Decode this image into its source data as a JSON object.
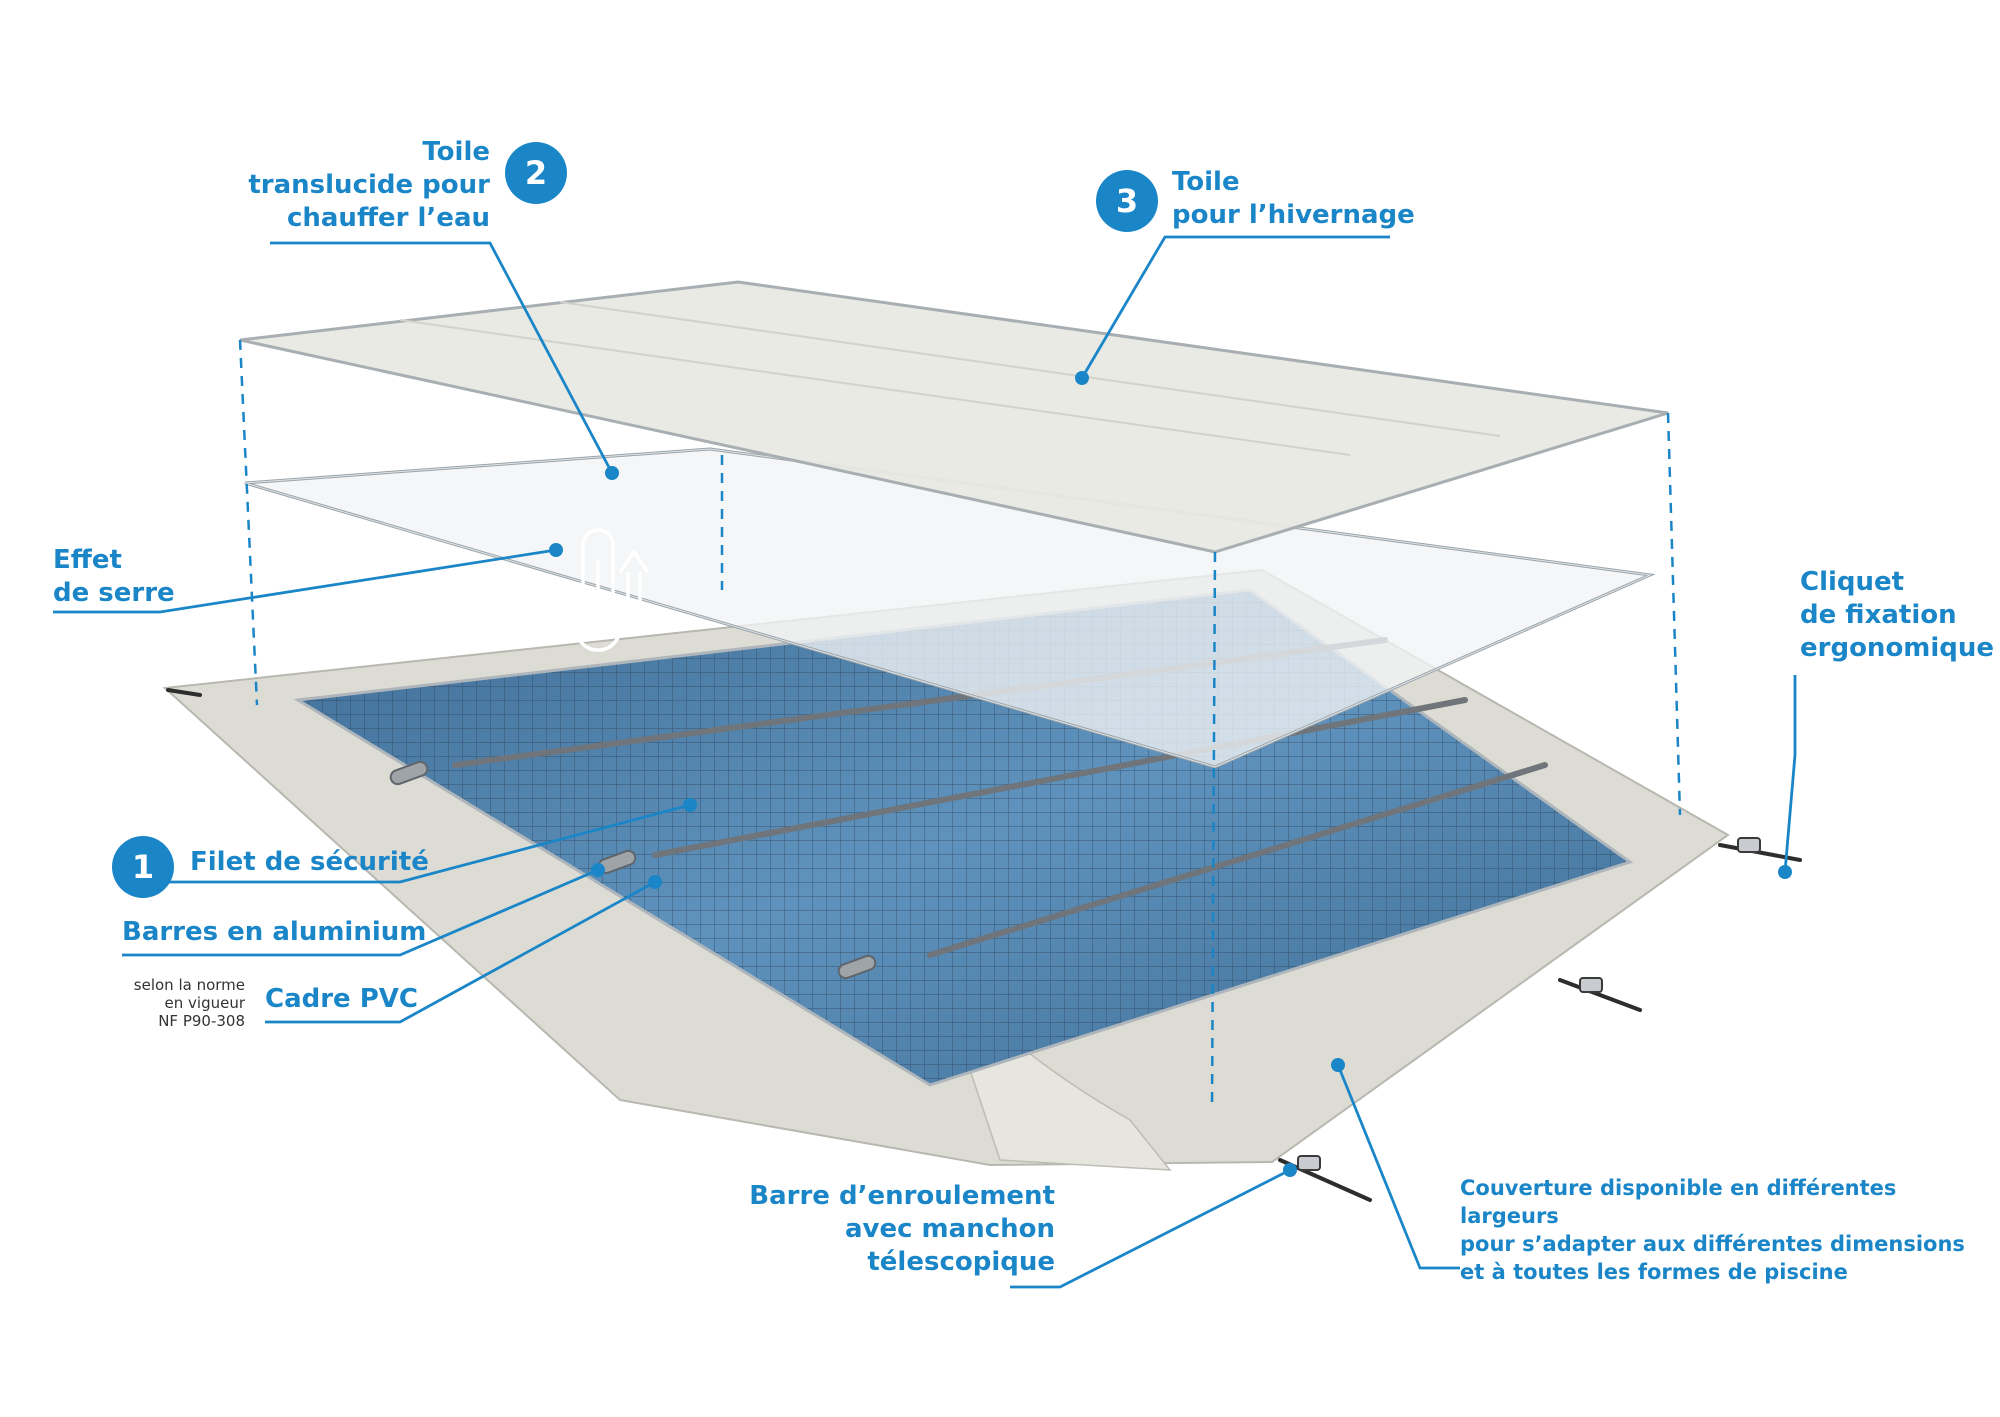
{
  "labels": {
    "toile_translucide": {
      "number": "2",
      "lines": [
        "Toile",
        "translucide pour",
        "chauffer l’eau"
      ]
    },
    "toile_hivernage": {
      "number": "3",
      "lines": [
        "Toile",
        "pour l’hivernage"
      ]
    },
    "effet_serre": {
      "lines": [
        "Effet",
        "de serre"
      ]
    },
    "cliquet": {
      "lines": [
        "Cliquet",
        "de fixation",
        "ergonomique"
      ]
    },
    "filet": {
      "number": "1",
      "text": "Filet de sécurité"
    },
    "barres": {
      "text": "Barres en aluminium"
    },
    "norme": {
      "lines": [
        "selon la norme",
        "en vigueur",
        "NF P90-308"
      ]
    },
    "cadre": {
      "text": "Cadre PVC"
    },
    "barre_enroulement": {
      "lines": [
        "Barre d’enroulement",
        "avec manchon",
        "télescopique"
      ]
    },
    "couverture": {
      "lines": [
        "Couverture disponible en différentes largeurs",
        "pour s’adapter aux différentes dimensions",
        "et à toutes les formes de piscine"
      ]
    }
  },
  "colors": {
    "accent": "#1a86c8",
    "water": "#4d7fa8",
    "frame": "#dcdcd4",
    "sheet_top": "#e8e8e3",
    "sheet_translucent": "#f2f4f5"
  }
}
